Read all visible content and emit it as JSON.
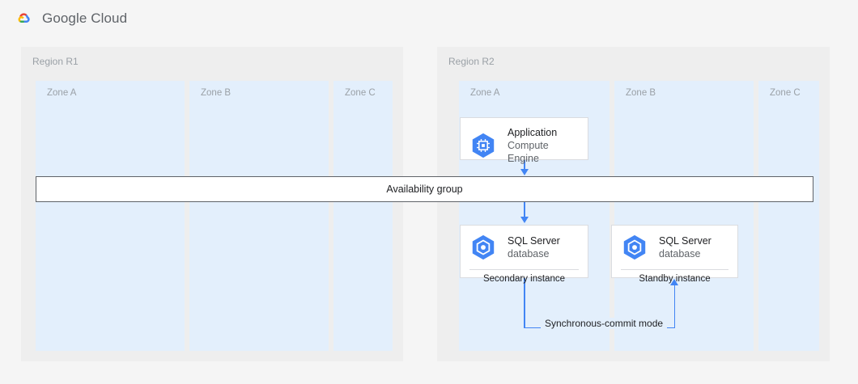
{
  "header": {
    "logo_icon": "google-cloud-logo",
    "wordmark": "Google Cloud",
    "brand_colors": {
      "red": "#ea4335",
      "yellow": "#fbbc04",
      "green": "#34a853",
      "blue": "#4285f4"
    }
  },
  "diagram": {
    "accent_color": "#4285f4",
    "zone_color": "#e3effc",
    "region_color": "#eeeeee",
    "page_color": "#f5f5f5",
    "regions": [
      {
        "id": "r1",
        "label": "Region R1",
        "zones": [
          {
            "id": "r1-zone-a",
            "label": "Zone A"
          },
          {
            "id": "r1-zone-b",
            "label": "Zone B"
          },
          {
            "id": "r1-zone-c",
            "label": "Zone C"
          }
        ]
      },
      {
        "id": "r2",
        "label": "Region R2",
        "zones": [
          {
            "id": "r2-zone-a",
            "label": "Zone A"
          },
          {
            "id": "r2-zone-b",
            "label": "Zone B"
          },
          {
            "id": "r2-zone-c",
            "label": "Zone C"
          }
        ]
      }
    ],
    "nodes": [
      {
        "id": "application",
        "icon": "compute-engine-icon",
        "title": "Application",
        "subtitle": "Compute Engine",
        "footer": ""
      },
      {
        "id": "secondary",
        "icon": "sql-server-database-icon",
        "title": "SQL Server",
        "subtitle": "database",
        "footer": "Secondary instance"
      },
      {
        "id": "standby",
        "icon": "sql-server-database-icon",
        "title": "SQL Server",
        "subtitle": "database",
        "footer": "Standby instance"
      }
    ],
    "availability_group": {
      "label": "Availability group"
    },
    "connector_labels": {
      "sync_commit": "Synchronous-commit mode"
    }
  }
}
